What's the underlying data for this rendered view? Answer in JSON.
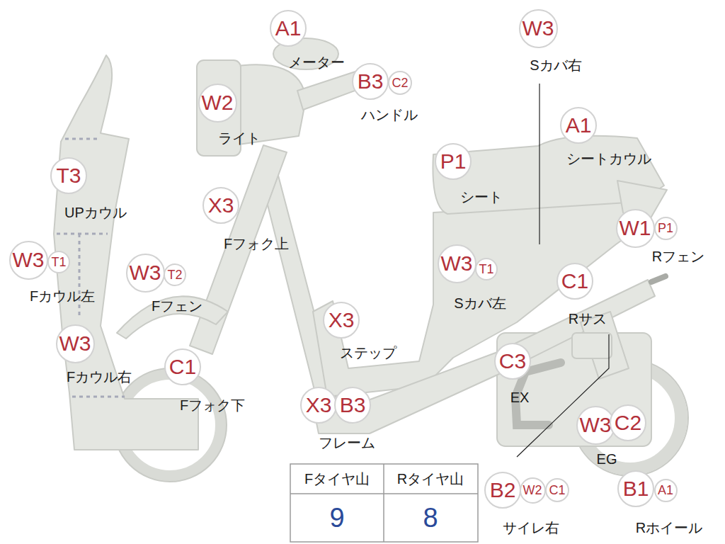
{
  "diagram": {
    "nodes": [
      {
        "text": [
          "A1"
        ]
      },
      {
        "text": [
          "B3"
        ]
      },
      {
        "text": [
          "C2"
        ]
      },
      {
        "text": [
          "W2"
        ]
      },
      {
        "text": [
          "W3"
        ]
      },
      {
        "text": [
          "A1"
        ]
      },
      {
        "text": [
          "P1"
        ]
      },
      {
        "text": [
          "T3"
        ]
      },
      {
        "text": [
          "X3"
        ]
      },
      {
        "text": [
          "W1"
        ]
      },
      {
        "text": [
          "P1"
        ]
      },
      {
        "text": [
          "W3"
        ]
      },
      {
        "text": [
          "T1"
        ]
      },
      {
        "text": [
          "W3"
        ]
      },
      {
        "text": [
          "T2"
        ]
      },
      {
        "text": [
          "W3"
        ]
      },
      {
        "text": [
          "T1"
        ]
      },
      {
        "text": [
          "C1"
        ]
      },
      {
        "text": [
          "X3"
        ]
      },
      {
        "text": [
          "W3"
        ]
      },
      {
        "text": [
          "C1"
        ]
      },
      {
        "text": [
          "C3"
        ]
      },
      {
        "text": [
          "X3"
        ]
      },
      {
        "text": [
          "B3"
        ]
      },
      {
        "text": [
          "W3"
        ]
      },
      {
        "text": [
          "C2"
        ]
      },
      {
        "text": [
          "B2"
        ]
      },
      {
        "text": [
          "W2"
        ]
      },
      {
        "text": [
          "C1"
        ]
      },
      {
        "text": [
          "B1"
        ]
      },
      {
        "text": [
          "A1"
        ]
      }
    ],
    "labels": [
      "メーター",
      "ハンドル",
      "ライト",
      "Sカバ右",
      "シートカウル",
      "シート",
      "UPカウル",
      "Fフォク上",
      "Rフェン",
      "Fカウル左",
      "Fフェン",
      "Sカバ左",
      "Rサス",
      "ステップ",
      "Fカウル右",
      "Fフォク下",
      "EX",
      "フレーム",
      "EG",
      "サイレ右",
      "Rホイール",
      "Fタイヤ山",
      "Rタイヤ山",
      "9",
      "8"
    ]
  }
}
